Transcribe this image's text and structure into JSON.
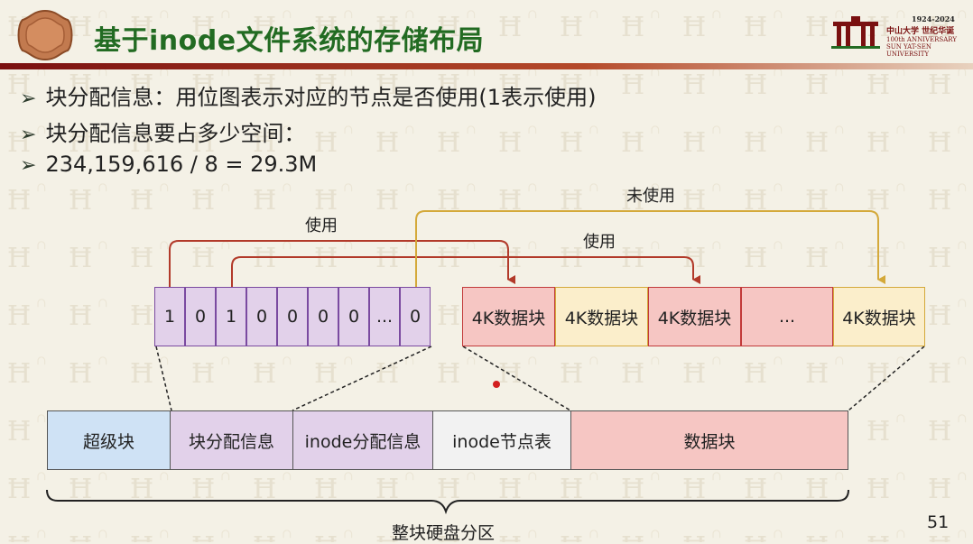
{
  "slide": {
    "title": "基于inode文件系统的存储布局",
    "page_number": "51"
  },
  "university": {
    "years": "1924-2024",
    "name_cn": "中山大学 世纪华诞",
    "anniversary": "100th ANNIVERSARY",
    "name_en": "SUN YAT-SEN UNIVERSITY"
  },
  "bullets": [
    "块分配信息：用位图表示对应的节点是否使用(1表示使用)",
    "块分配信息要占多少空间：",
    "234,159,616 / 8 = 29.3M"
  ],
  "bitmap": [
    "1",
    "0",
    "1",
    "0",
    "0",
    "0",
    "0",
    "...",
    "0"
  ],
  "data_blocks": [
    {
      "label": "4K数据块",
      "state": "used"
    },
    {
      "label": "4K数据块",
      "state": "free"
    },
    {
      "label": "4K数据块",
      "state": "used"
    },
    {
      "label": "...",
      "state": "used"
    },
    {
      "label": "4K数据块",
      "state": "free"
    }
  ],
  "arrow_labels": {
    "used_1": "使用",
    "used_2": "使用",
    "unused": "未使用"
  },
  "partition": [
    {
      "label": "超级块"
    },
    {
      "label": "块分配信息"
    },
    {
      "label": "inode分配信息"
    },
    {
      "label": "inode节点表"
    },
    {
      "label": "数据块"
    }
  ],
  "partition_label": "整块硬盘分区",
  "colors": {
    "title_green": "#226b22",
    "title_bar": "#7a1010",
    "bitmap_fill": "#e2d1ea",
    "bitmap_border": "#7a4aa0",
    "used_block": "#f6c6c3",
    "free_block": "#fbeecb",
    "used_arrow": "#b23a2a",
    "unused_arrow": "#d4a93a",
    "superblock": "#cfe2f5",
    "block_alloc": "#e2d1ea",
    "inode_alloc": "#e2d1ea",
    "inode_table": "#f2f2f2",
    "data_area": "#f6c6c3"
  }
}
